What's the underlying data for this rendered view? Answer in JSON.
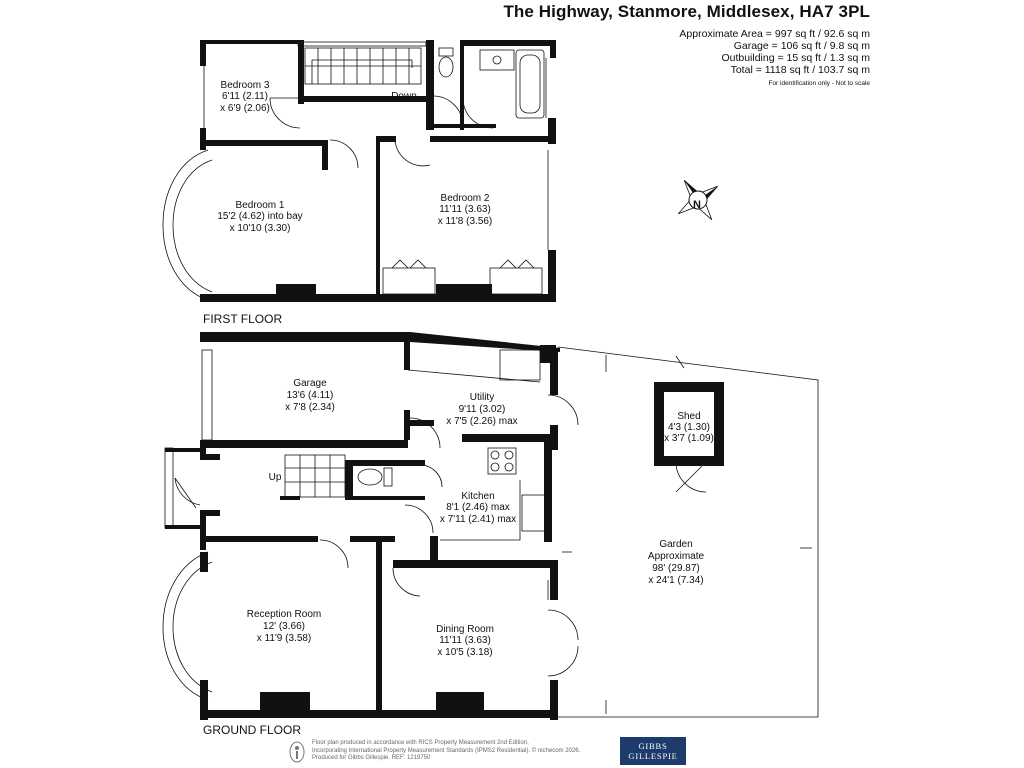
{
  "header": {
    "title": "The Highway, Stanmore, Middlesex, HA7 3PL",
    "approx_area": "Approximate Area = 997 sq ft / 92.6 sq m",
    "garage_area": "Garage = 106 sq ft / 9.8 sq m",
    "outbuilding_area": "Outbuilding = 15 sq ft / 1.3 sq m",
    "total_area": "Total = 1118 sq ft / 103.7 sq m",
    "note": "For identification only - Not to scale"
  },
  "compass": {
    "letter": "N"
  },
  "floors": {
    "first": "FIRST FLOOR",
    "ground": "GROUND FLOOR"
  },
  "rooms": {
    "bedroom3": {
      "name": "Bedroom 3",
      "dim1": "6'11 (2.11)",
      "dim2": "x 6'9 (2.06)"
    },
    "down": "Down",
    "bedroom1": {
      "name": "Bedroom 1",
      "dim1": "15'2 (4.62) into bay",
      "dim2": "x 10'10 (3.30)"
    },
    "bedroom2": {
      "name": "Bedroom 2",
      "dim1": "11'11 (3.63)",
      "dim2": "x 11'8 (3.56)"
    },
    "garage": {
      "name": "Garage",
      "dim1": "13'6 (4.11)",
      "dim2": "x 7'8 (2.34)"
    },
    "utility": {
      "name": "Utility",
      "dim1": "9'11 (3.02)",
      "dim2": "x 7'5 (2.26) max"
    },
    "shed": {
      "name": "Shed",
      "dim1": "4'3 (1.30)",
      "dim2": "x 3'7 (1.09)"
    },
    "up": "Up",
    "kitchen": {
      "name": "Kitchen",
      "dim1": "8'1 (2.46) max",
      "dim2": "x 7'11 (2.41) max"
    },
    "garden": {
      "name": "Garden",
      "dim0": "Approximate",
      "dim1": "98' (29.87)",
      "dim2": "x 24'1 (7.34)"
    },
    "reception": {
      "name": "Reception Room",
      "dim1": "12' (3.66)",
      "dim2": "x 11'9 (3.58)"
    },
    "dining": {
      "name": "Dining Room",
      "dim1": "11'11 (3.63)",
      "dim2": "x 10'5 (3.18)"
    }
  },
  "footer": {
    "line1": "Floor plan produced in accordance with RICS Property Measurement 2nd Edition,",
    "line2": "Incorporating International Property Measurement Standards (IPMS2 Residential). © nichecom 2026.",
    "line3": "Produced for Gibbs Gillespie.   REF: 1219750",
    "logo_line1": "GIBBS",
    "logo_line2": "GILLESPIE"
  }
}
